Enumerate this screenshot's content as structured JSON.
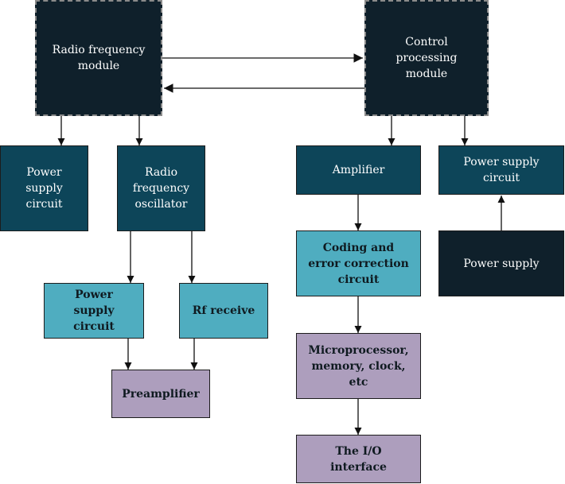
{
  "colors": {
    "dark": "#0f202b",
    "teal": "#0d4559",
    "light_teal": "#4fadc0",
    "lavender": "#ad9ebd",
    "line": "#111111"
  },
  "nodes": {
    "rf_module": "Radio frequency\nmodule",
    "control_module": "Control\nprocessing\nmodule",
    "power_supply_circuit_left": "Power\nsupply\ncircuit",
    "rf_oscillator": "Radio\nfrequency\noscillator",
    "amplifier": "Amplifier",
    "power_supply_circuit_right": "Power supply\ncircuit",
    "coding_error_correction": "Coding and\nerror correction\ncircuit",
    "power_supply": "Power supply",
    "power_supply_circuit_mid": "Power\nsupply\ncircuit",
    "rf_receive": "Rf receive",
    "microprocessor": "Microprocessor,\nmemory, clock,\netc",
    "preamplifier": "Preamplifier",
    "io_interface": "The I/O\ninterface"
  }
}
